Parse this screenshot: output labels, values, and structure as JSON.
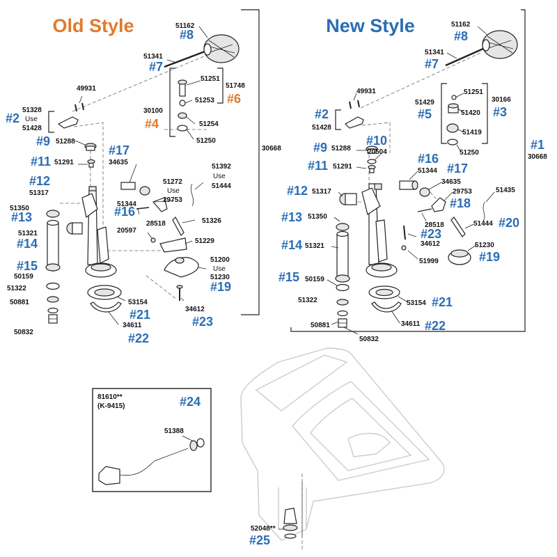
{
  "titles": {
    "old": "Old Style",
    "new": "New Style"
  },
  "colors": {
    "old_accent": "#e07a2e",
    "new_accent": "#2a6db5"
  },
  "old": {
    "p8": "51162",
    "r8": "#8",
    "p7": "51341",
    "r7": "#7",
    "p49931": "49931",
    "r2": "#2",
    "p2a": "51328",
    "p2use": "Use",
    "p2b": "51428",
    "r9": "#9",
    "p9": "51288",
    "r11": "#11",
    "p11": "51291",
    "r12": "#12",
    "p12": "51317",
    "p13": "51350",
    "r13": "#13",
    "p14": "51321",
    "r14": "#14",
    "r15": "#15",
    "p15": "50159",
    "p51322": "51322",
    "p50881": "50881",
    "p50832": "50832",
    "p51251": "51251",
    "p51253": "51253",
    "p51254": "51254",
    "p51250": "51250",
    "p4": "30100",
    "r4": "#4",
    "p6": "51748",
    "r6": "#6",
    "p30668": "30668",
    "r17": "#17",
    "p17": "34635",
    "p51272": "51272",
    "p51272use": "Use",
    "p29753": "29753",
    "p51344": "51344",
    "r16": "#16",
    "p28518": "28518",
    "p51392": "51392",
    "p51392use": "Use",
    "p51444": "51444",
    "p51326": "51326",
    "p20597": "20597",
    "p51229": "51229",
    "p19a": "51200",
    "p19use": "Use",
    "p19b": "51230",
    "r19": "#19",
    "p21": "53154",
    "r21": "#21",
    "p22": "34611",
    "r22": "#22",
    "p23": "34612",
    "r23": "#23"
  },
  "new": {
    "p8": "51162",
    "r8": "#8",
    "p7": "51341",
    "r7": "#7",
    "p49931": "49931",
    "r2": "#2",
    "p2": "51428",
    "p5": "51429",
    "r5": "#5",
    "p51251": "51251",
    "p51420": "51420",
    "p51419": "51419",
    "p51250": "51250",
    "p3": "30166",
    "r3": "#3",
    "r1": "#1",
    "p1": "30668",
    "r10": "#10",
    "p10": "20504",
    "r9": "#9",
    "p9": "51288",
    "r11": "#11",
    "p11": "51291",
    "r16": "#16",
    "p16": "51344",
    "r17": "#17",
    "p34635": "34635",
    "r12": "#12",
    "p12": "51317",
    "p29753": "29753",
    "r18": "#18",
    "p51435": "51435",
    "r13": "#13",
    "p13": "51350",
    "p28518": "28518",
    "r23": "#23",
    "p23": "34612",
    "p51444": "51444",
    "r20": "#20",
    "r14": "#14",
    "p14": "51321",
    "p51999": "51999",
    "p19": "51230",
    "r19": "#19",
    "r15": "#15",
    "p15": "50159",
    "p51322": "51322",
    "p21": "53154",
    "r21": "#21",
    "p50881": "50881",
    "p22": "34611",
    "r22": "#22",
    "p50832": "50832"
  },
  "kit": {
    "part": "81610**",
    "model": "(K-9415)",
    "ref": "#24",
    "p51388": "51388"
  },
  "bowl": {
    "part": "52048**",
    "ref": "#25"
  }
}
